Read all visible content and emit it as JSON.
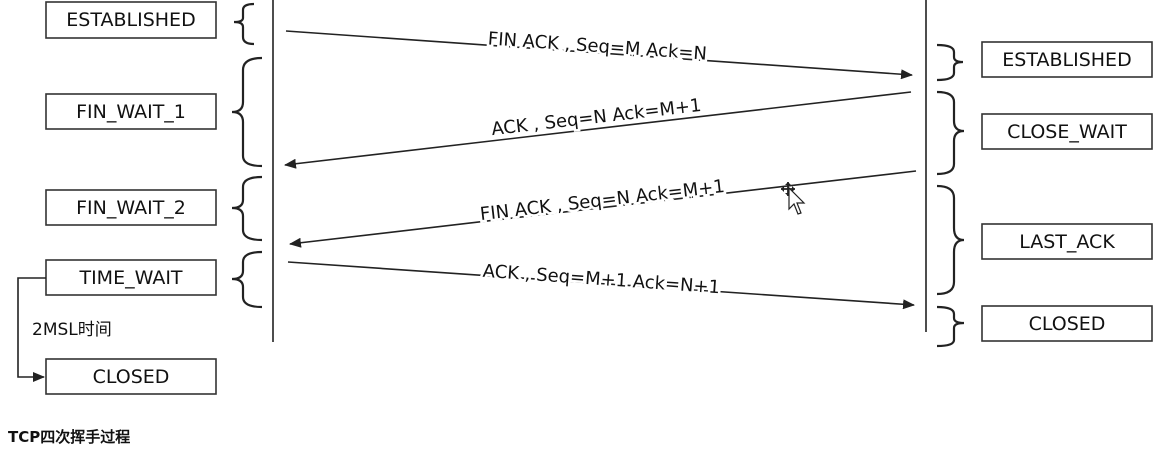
{
  "client_states": [
    "ESTABLISHED",
    "FIN_WAIT_1",
    "FIN_WAIT_2",
    "TIME_WAIT",
    "CLOSED"
  ],
  "server_states": [
    "ESTABLISHED",
    "CLOSE_WAIT",
    "LAST_ACK",
    "CLOSED"
  ],
  "messages": [
    "FIN ACK , Seq=M Ack=N",
    "ACK , Seq=N Ack=M+1",
    "FIN ACK , Seq=N Ack=M+1",
    "ACK , Seq=M+1 Ack=N+1"
  ],
  "timer_note": "2MSL时间",
  "caption": "TCP四次挥手过程"
}
